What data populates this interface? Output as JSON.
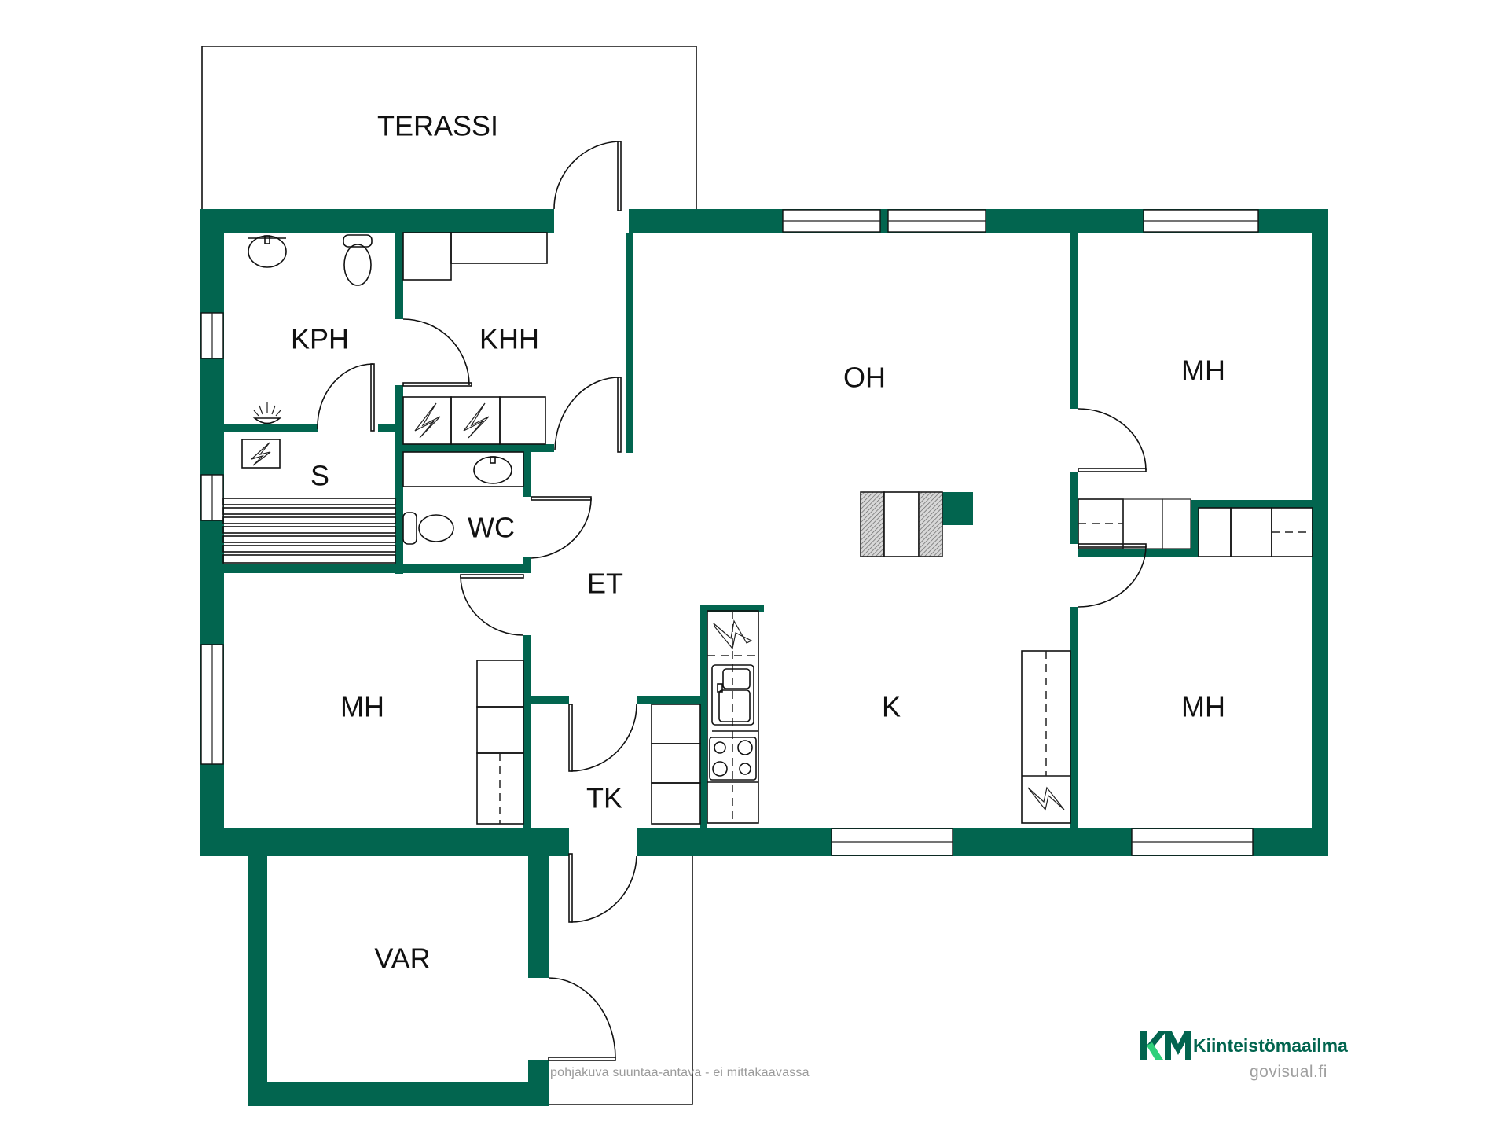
{
  "plan": {
    "wall_color": "#02654f",
    "rooms": {
      "terrace": "TERASSI",
      "bathroom": "KPH",
      "utility": "KHH",
      "sauna": "S",
      "wc": "WC",
      "hall": "ET",
      "living": "OH",
      "kitchen": "K",
      "bedroom_left": "MH",
      "bedroom_top_right": "MH",
      "bedroom_bottom_right": "MH",
      "wind_porch": "TK",
      "storage": "VAR"
    }
  },
  "footer": {
    "note": "pohjakuva suuntaa-antava - ei mittakaavassa",
    "brand_name": "Kiinteistömaailma",
    "brand_initials": "KM",
    "brand_color": "#02654f",
    "brand_accent": "#2fd07a",
    "credit": "govisual.fi"
  }
}
